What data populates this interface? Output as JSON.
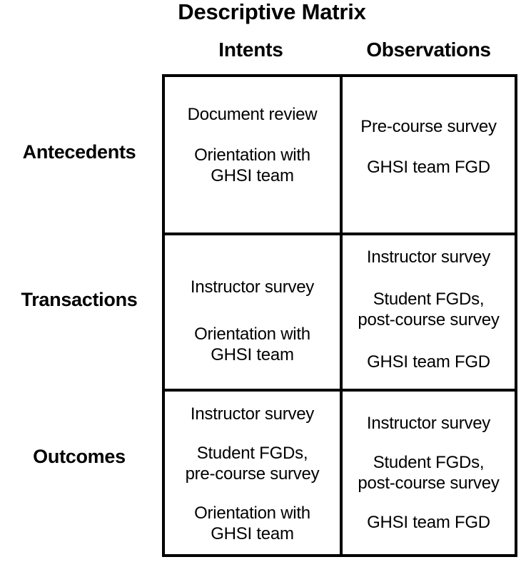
{
  "figure": {
    "title": "Descriptive Matrix"
  },
  "matrix": {
    "column_headers": [
      "Intents",
      "Observations"
    ],
    "row_labels": [
      "Antecedents",
      "Transactions",
      "Outcomes"
    ],
    "rows": [
      {
        "label": "Antecedents",
        "cells": [
          {
            "column": "Intents",
            "entries": [
              "Document review",
              "Orientation with\nGHSI team"
            ]
          },
          {
            "column": "Observations",
            "entries": [
              "Pre-course survey",
              "GHSI team FGD"
            ]
          }
        ]
      },
      {
        "label": "Transactions",
        "cells": [
          {
            "column": "Intents",
            "entries": [
              "Instructor survey",
              "Orientation with\nGHSI team"
            ]
          },
          {
            "column": "Observations",
            "entries": [
              "Instructor survey",
              "Student FGDs,\npost-course survey",
              "GHSI team FGD"
            ]
          }
        ]
      },
      {
        "label": "Outcomes",
        "cells": [
          {
            "column": "Intents",
            "entries": [
              "Instructor survey",
              "Student FGDs,\npre-course survey",
              "Orientation with\nGHSI team"
            ]
          },
          {
            "column": "Observations",
            "entries": [
              "Instructor survey",
              "Student FGDs,\npost-course survey",
              "GHSI team FGD"
            ]
          }
        ]
      }
    ]
  },
  "colors": {
    "background": "#ffffff",
    "text": "#000000",
    "border": "#000000"
  }
}
